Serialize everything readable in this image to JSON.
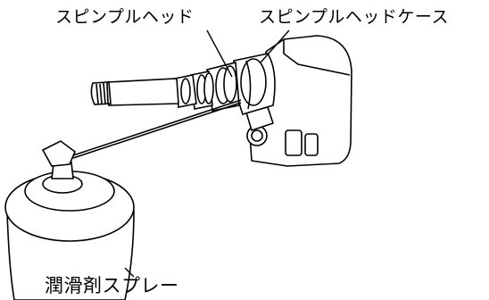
{
  "labels": {
    "spindle_head": "スピンプルヘッド",
    "spindle_head_case": "スピンプルヘッドケース",
    "lubricant_spray": "潤滑剤スプレー"
  },
  "colors": {
    "stroke": "#000000",
    "fill": "#ffffff"
  }
}
